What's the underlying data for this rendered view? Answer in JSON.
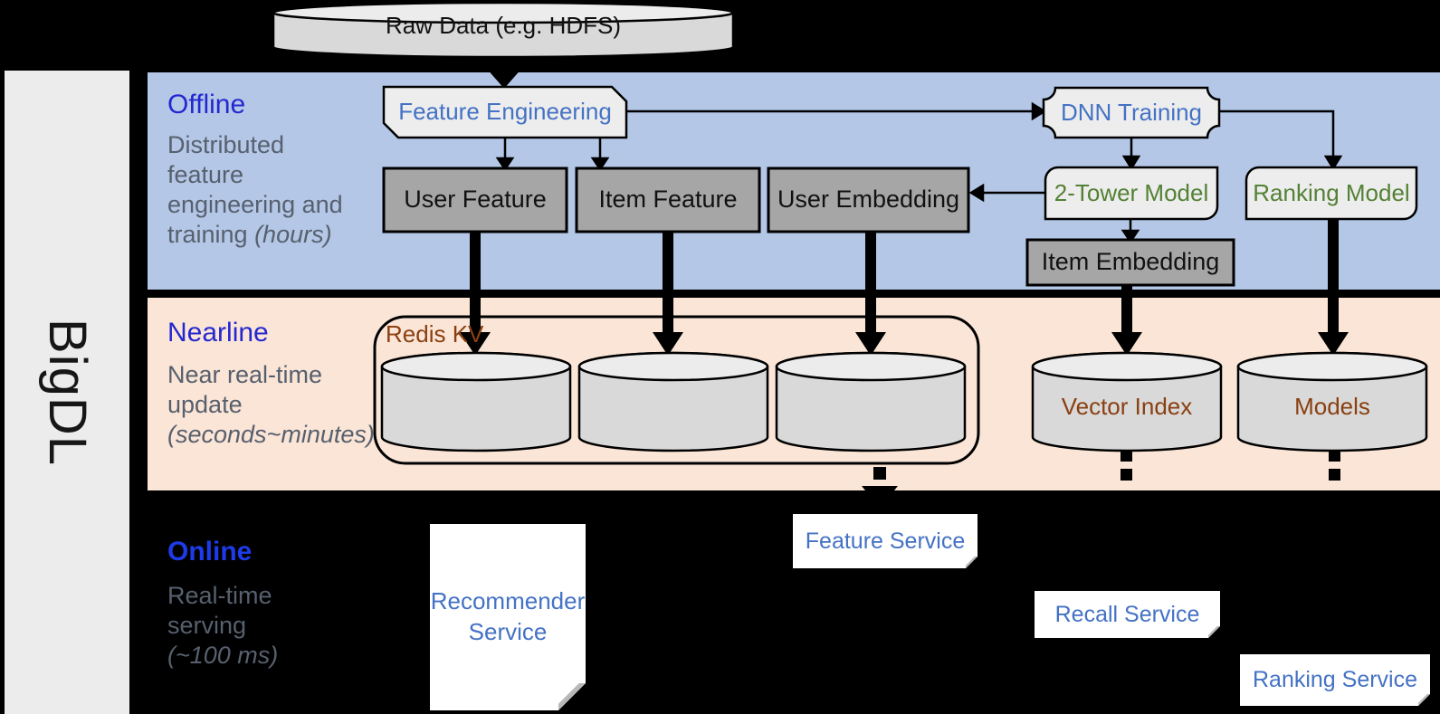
{
  "brand": "BigDL",
  "source_store": "Raw Data (e.g. HDFS)",
  "bands": {
    "offline": {
      "title": "Offline",
      "l1": "Distributed",
      "l2": "feature",
      "l3": "engineering and",
      "l4": "training ",
      "l4i": "(hours)"
    },
    "nearline": {
      "title": "Nearline",
      "l1": "Near real-time",
      "l2": "update",
      "l3i": "(seconds~minutes)"
    },
    "online": {
      "title": "Online",
      "l1": "Real-time",
      "l2": "serving",
      "l3i": "(~100 ms)"
    }
  },
  "nodes": {
    "feature_engineering": "Feature Engineering",
    "dnn_training": "DNN Training",
    "user_feature": "User Feature",
    "item_feature": "Item Feature",
    "user_embedding": "User Embedding",
    "two_tower_model": "2-Tower Model",
    "ranking_model": "Ranking Model",
    "item_embedding": "Item Embedding",
    "redis_kv": "Redis KV",
    "vector_index": "Vector Index",
    "models": "Models",
    "recommender_service": "Recommender Service",
    "feature_service": "Feature Service",
    "recall_service": "Recall Service",
    "ranking_service": "Ranking Service"
  },
  "colors": {
    "background": "#000000",
    "offline_band": "#b4c7e7",
    "nearline_band": "#fbe5d6",
    "band_title_blue": "#2428d0",
    "online_title_blue": "#1d3be8",
    "subtitle_gray": "#57606e",
    "node_text_blue": "#4472c4",
    "node_text_green": "#538135",
    "store_text_brown": "#8a3f10",
    "gray_box_fill": "#a6a6a6",
    "light_box_fill": "#ededed",
    "cylinder_fill": "#d9d9d9"
  }
}
